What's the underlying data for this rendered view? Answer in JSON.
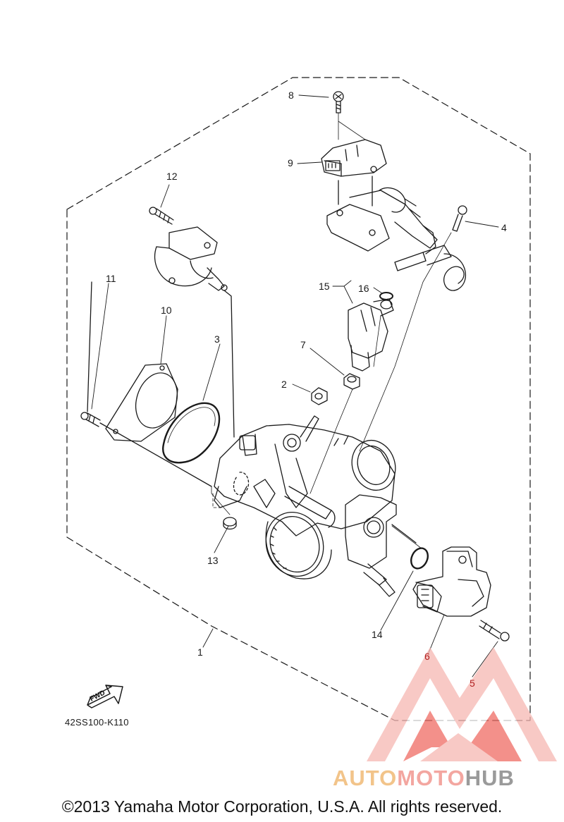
{
  "callouts": {
    "c1": "1",
    "c2": "2",
    "c3": "3",
    "c4": "4",
    "c5": "5",
    "c6": "6",
    "c7": "7",
    "c8": "8",
    "c9": "9",
    "c10": "10",
    "c11": "11",
    "c12": "12",
    "c13": "13",
    "c14": "14",
    "c15": "15",
    "c16": "16"
  },
  "fwd_label": "FWD",
  "part_code": "42SS100-K110",
  "copyright": "©2013 Yamaha Motor Corporation, U.S.A. All rights reserved.",
  "watermark": {
    "part_a": "AUTO",
    "part_b": "MOTO",
    "part_c": "HUB"
  },
  "colors": {
    "line": "#1a1a1a",
    "callout_red": "#b11f1f",
    "watermark_red": "#ef6b63",
    "watermark_pink": "#f6b7b2",
    "watermark_orange": "#f2c48a",
    "watermark_gray": "#9a9a9a"
  },
  "icons": [
    "fwd-arrow-icon",
    "automotohub-logo-icon"
  ]
}
